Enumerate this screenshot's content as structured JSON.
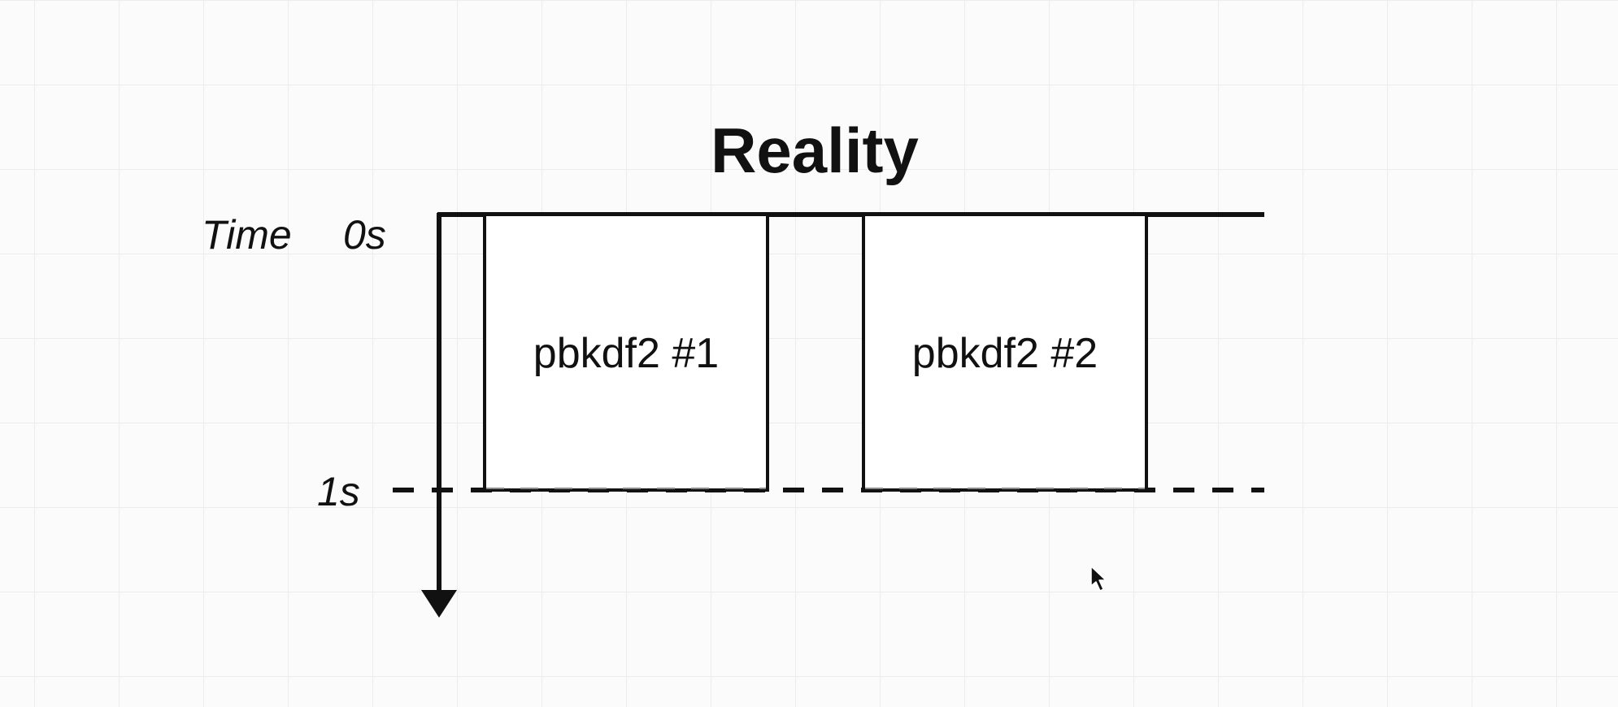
{
  "title": "Reality",
  "axis": {
    "time_label": "Time",
    "start_label": "0s",
    "one_second_label": "1s"
  },
  "tasks": [
    {
      "label": "pbkdf2 #1"
    },
    {
      "label": "pbkdf2 #2"
    }
  ],
  "cursor": {
    "icon": "arrow-cursor-icon"
  }
}
